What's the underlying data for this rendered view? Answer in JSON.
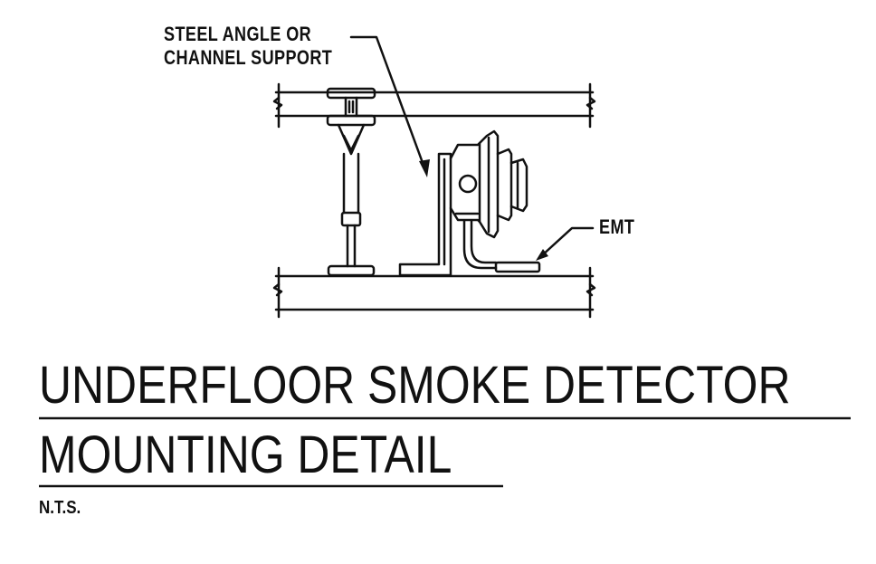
{
  "callouts": {
    "support_line1": "STEEL ANGLE OR",
    "support_line2": "CHANNEL SUPPORT",
    "conduit": "EMT"
  },
  "title": {
    "line1": "UNDERFLOOR SMOKE DETECTOR",
    "line2": "MOUNTING DETAIL"
  },
  "scale_note": "N.T.S."
}
